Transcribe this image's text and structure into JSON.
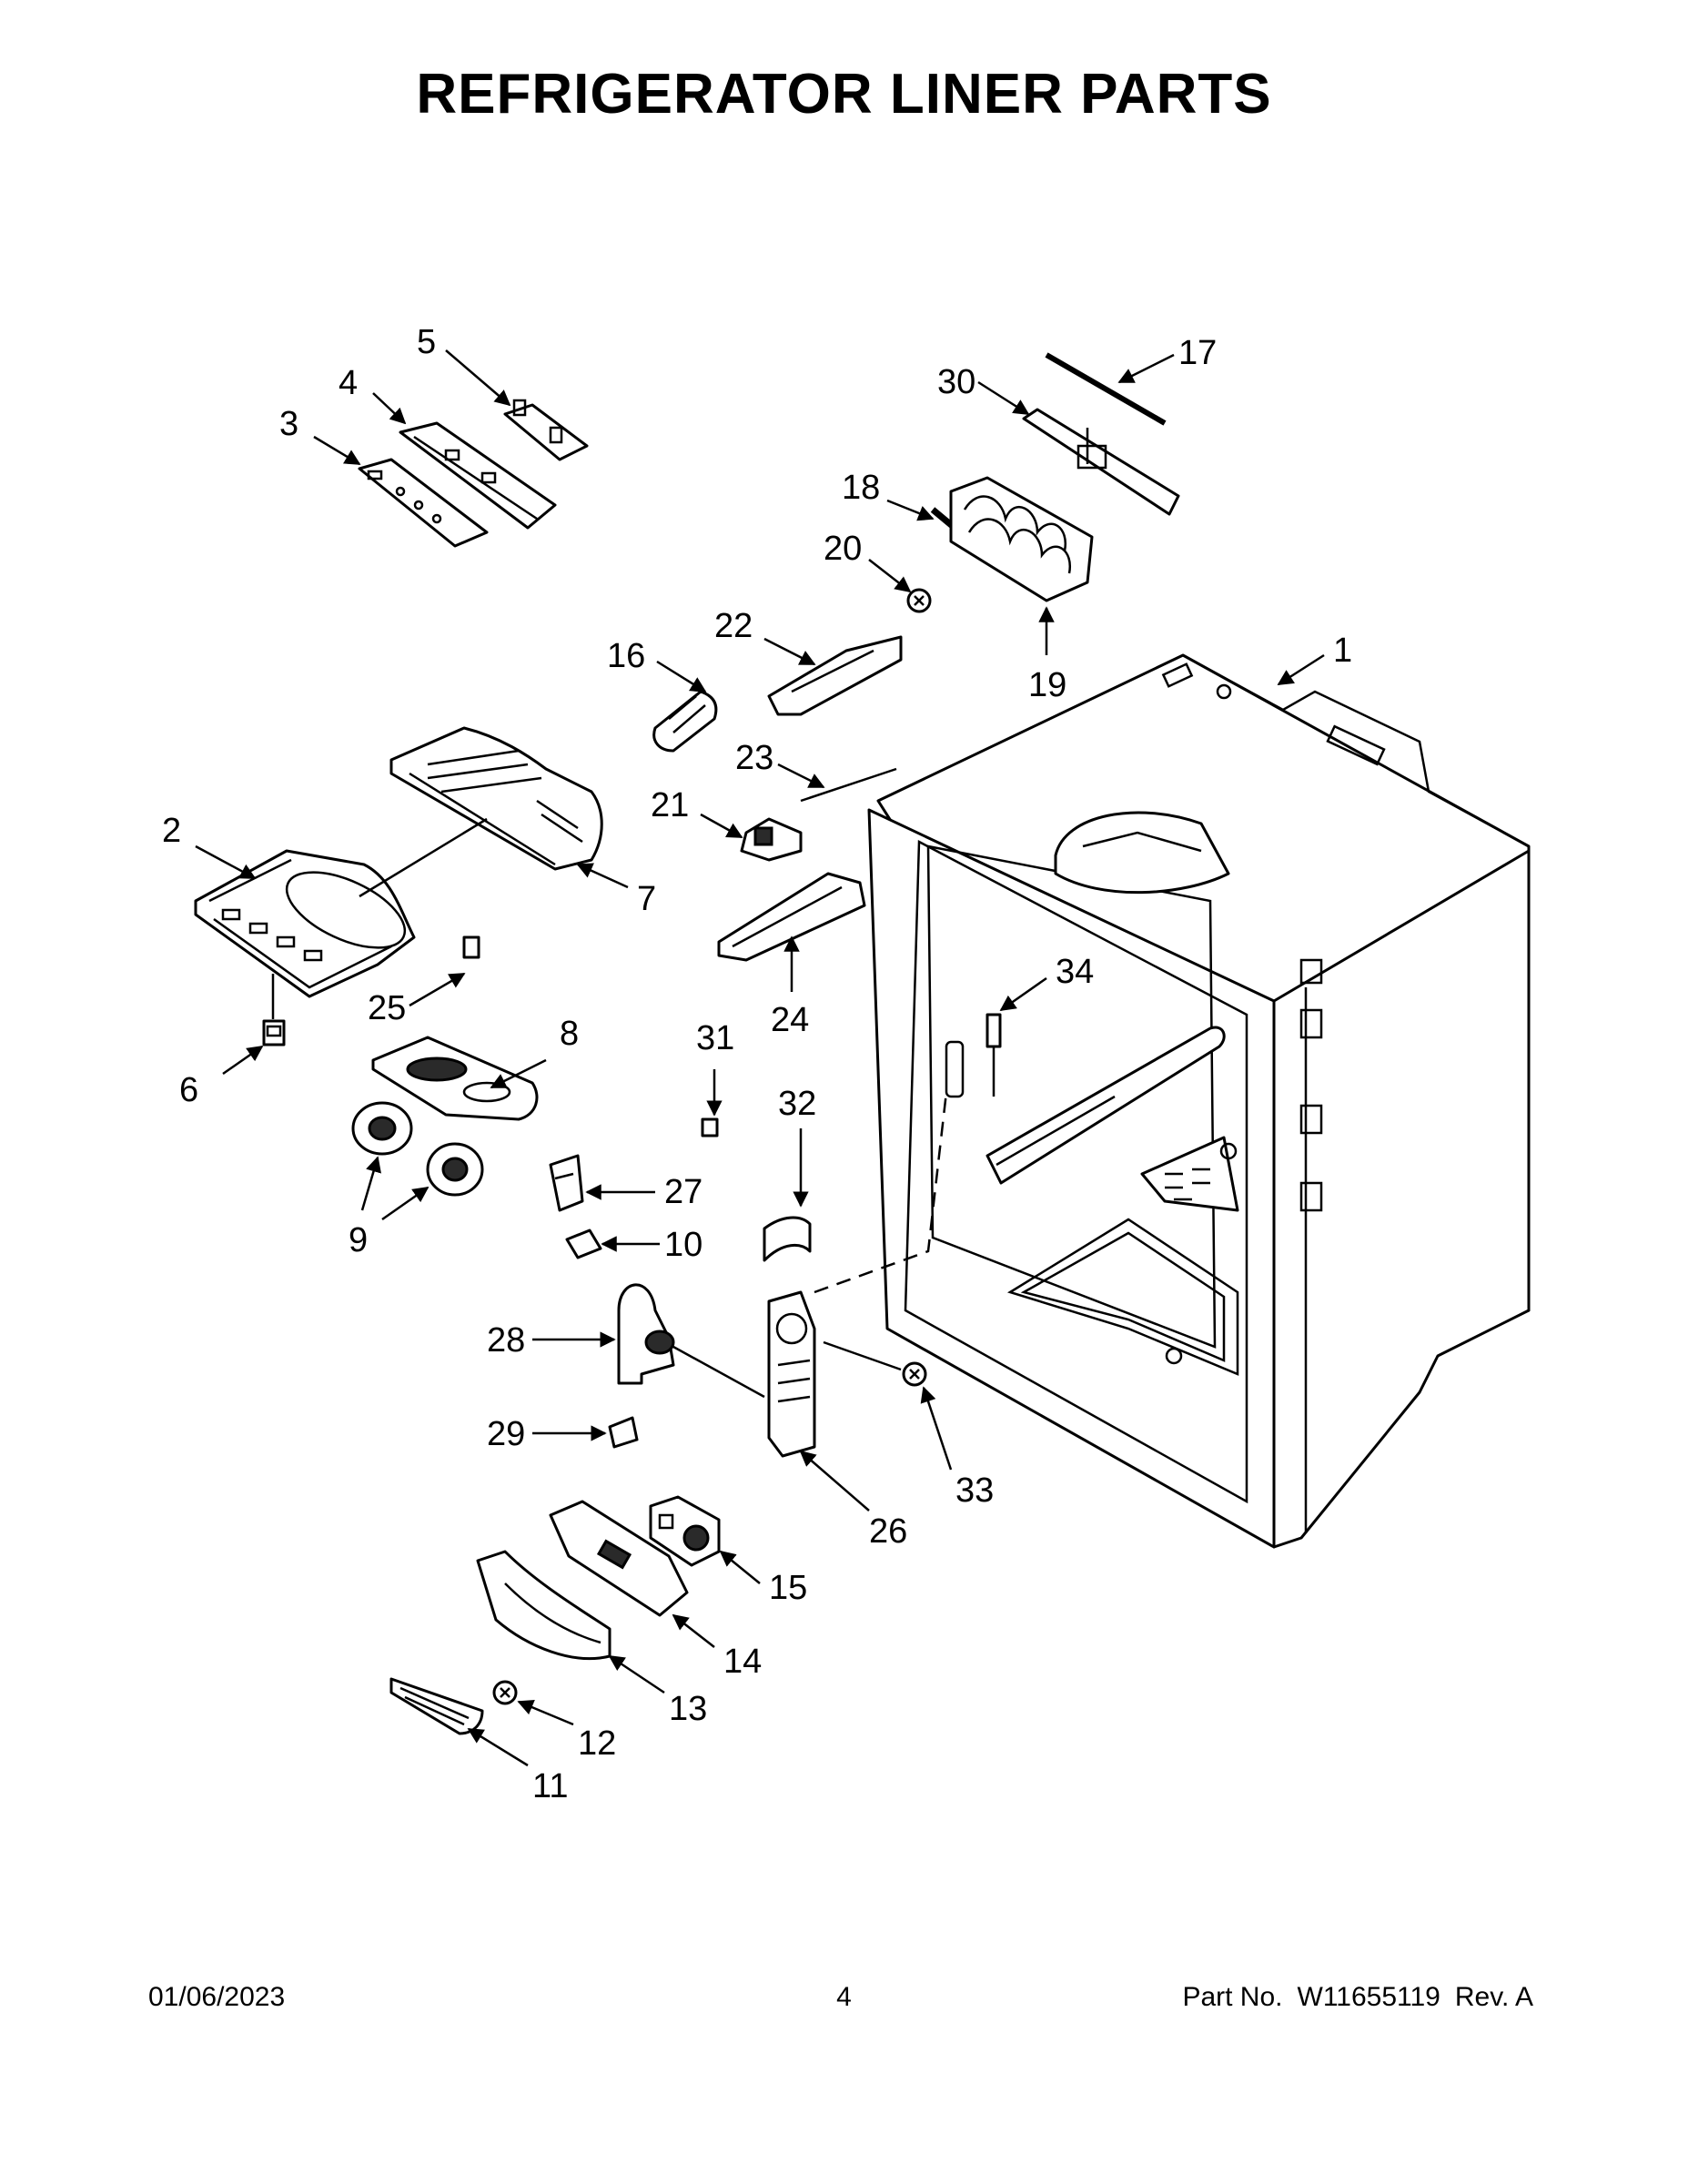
{
  "title": "REFRIGERATOR LINER PARTS",
  "footer": {
    "date": "01/06/2023",
    "page": "4",
    "part_label": "Part No.",
    "part_number": "W11655119",
    "revision": "Rev. A"
  },
  "callouts": [
    {
      "id": "1",
      "label": "1"
    },
    {
      "id": "2",
      "label": "2"
    },
    {
      "id": "3",
      "label": "3"
    },
    {
      "id": "4",
      "label": "4"
    },
    {
      "id": "5",
      "label": "5"
    },
    {
      "id": "6",
      "label": "6"
    },
    {
      "id": "7",
      "label": "7"
    },
    {
      "id": "8",
      "label": "8"
    },
    {
      "id": "9",
      "label": "9"
    },
    {
      "id": "10",
      "label": "10"
    },
    {
      "id": "11",
      "label": "11"
    },
    {
      "id": "12",
      "label": "12"
    },
    {
      "id": "13",
      "label": "13"
    },
    {
      "id": "14",
      "label": "14"
    },
    {
      "id": "15",
      "label": "15"
    },
    {
      "id": "16",
      "label": "16"
    },
    {
      "id": "17",
      "label": "17"
    },
    {
      "id": "18",
      "label": "18"
    },
    {
      "id": "19",
      "label": "19"
    },
    {
      "id": "20",
      "label": "20"
    },
    {
      "id": "21",
      "label": "21"
    },
    {
      "id": "22",
      "label": "22"
    },
    {
      "id": "23",
      "label": "23"
    },
    {
      "id": "24",
      "label": "24"
    },
    {
      "id": "25",
      "label": "25"
    },
    {
      "id": "26",
      "label": "26"
    },
    {
      "id": "27",
      "label": "27"
    },
    {
      "id": "28",
      "label": "28"
    },
    {
      "id": "29",
      "label": "29"
    },
    {
      "id": "30",
      "label": "30"
    },
    {
      "id": "31",
      "label": "31"
    },
    {
      "id": "32",
      "label": "32"
    },
    {
      "id": "33",
      "label": "33"
    },
    {
      "id": "34",
      "label": "34"
    }
  ]
}
